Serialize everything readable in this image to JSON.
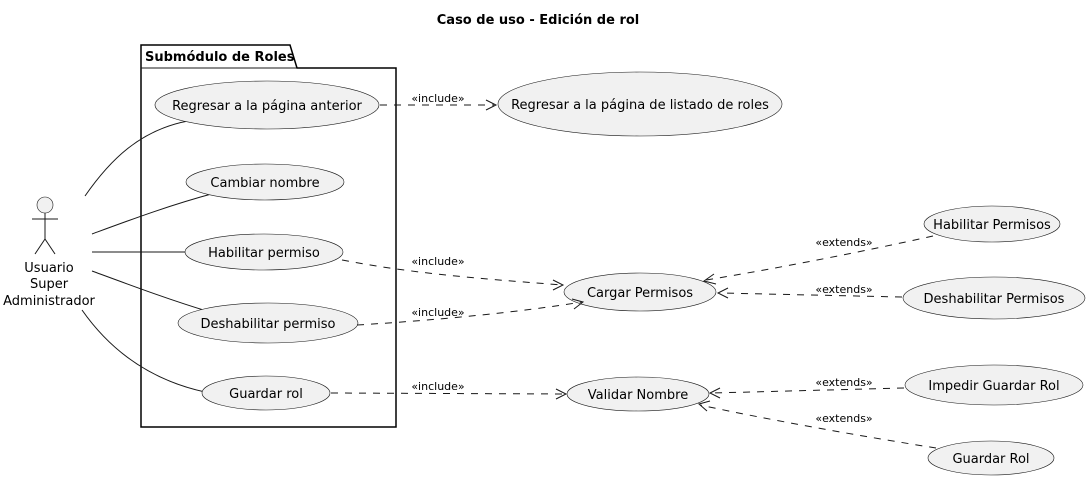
{
  "title": "Caso de uso - Edición de rol",
  "package": {
    "label": "Submódulo de Roles"
  },
  "actor": {
    "lines": [
      "Usuario",
      "Super",
      "Administrador"
    ]
  },
  "use_cases": {
    "regresar_anterior": "Regresar a la página anterior",
    "cambiar_nombre": "Cambiar nombre",
    "habilitar_permiso": "Habilitar permiso",
    "deshabilitar_permiso": "Deshabilitar permiso",
    "guardar_rol": "Guardar rol",
    "regresar_listado": "Regresar a la página de listado de roles",
    "cargar_permisos": "Cargar Permisos",
    "validar_nombre": "Validar Nombre",
    "habilitar_permisos": "Habilitar Permisos",
    "deshabilitar_permisos": "Deshabilitar Permisos",
    "impedir_guardar": "Impedir Guardar Rol",
    "guardar_rol_ext": "Guardar Rol"
  },
  "stereotypes": {
    "include": "«include»",
    "extends": "«extends»"
  }
}
